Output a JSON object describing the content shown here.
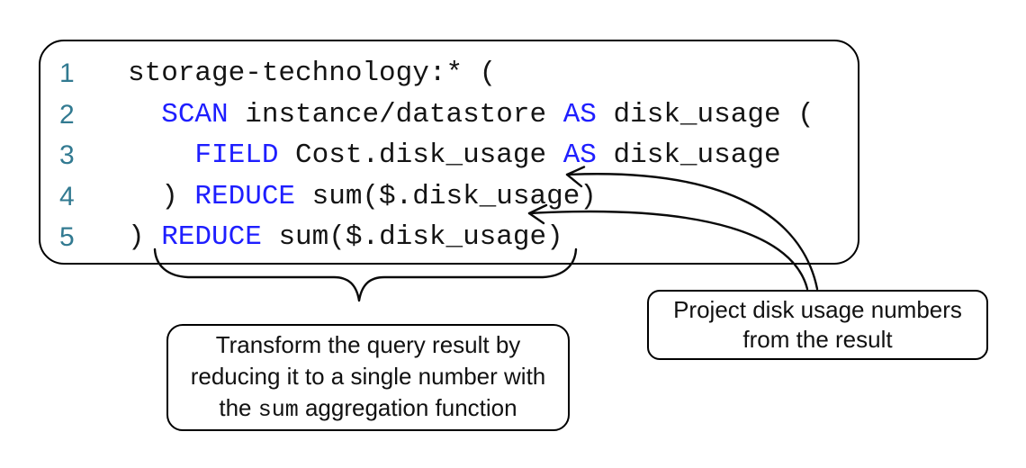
{
  "colors": {
    "background": "#ffffff",
    "keyword": "#1e1eff",
    "line_number": "#327a91",
    "code_text": "#141414",
    "outline": "#000000"
  },
  "code_panel": {
    "lines": [
      {
        "number": "1",
        "tokens": [
          {
            "text": "storage-technology:* (",
            "type": "plain"
          }
        ]
      },
      {
        "number": "2",
        "tokens": [
          {
            "text": "  ",
            "type": "plain"
          },
          {
            "text": "SCAN",
            "type": "keyword"
          },
          {
            "text": " instance/datastore ",
            "type": "plain"
          },
          {
            "text": "AS",
            "type": "keyword"
          },
          {
            "text": " disk_usage (",
            "type": "plain"
          }
        ]
      },
      {
        "number": "3",
        "tokens": [
          {
            "text": "    ",
            "type": "plain"
          },
          {
            "text": "FIELD",
            "type": "keyword"
          },
          {
            "text": " Cost.disk_usage ",
            "type": "plain"
          },
          {
            "text": "AS",
            "type": "keyword"
          },
          {
            "text": " disk_usage",
            "type": "plain"
          }
        ]
      },
      {
        "number": "4",
        "tokens": [
          {
            "text": "  ) ",
            "type": "plain"
          },
          {
            "text": "REDUCE",
            "type": "keyword"
          },
          {
            "text": " sum($.disk_usage)",
            "type": "plain"
          }
        ]
      },
      {
        "number": "5",
        "tokens": [
          {
            "text": ") ",
            "type": "plain"
          },
          {
            "text": "REDUCE",
            "type": "keyword"
          },
          {
            "text": " sum($.disk_usage)",
            "type": "plain"
          }
        ]
      }
    ]
  },
  "annotations": {
    "reduce_note": {
      "lines": [
        [
          {
            "text": "Transform the query result by",
            "mono": false
          }
        ],
        [
          {
            "text": "reducing it to a single number with",
            "mono": false
          }
        ],
        [
          {
            "text": "the ",
            "mono": false
          },
          {
            "text": "sum",
            "mono": true
          },
          {
            "text": " aggregation function",
            "mono": false
          }
        ]
      ]
    },
    "project_note": {
      "lines": [
        [
          {
            "text": "Project disk usage numbers",
            "mono": false
          }
        ],
        [
          {
            "text": "from the result",
            "mono": false
          }
        ]
      ]
    }
  }
}
